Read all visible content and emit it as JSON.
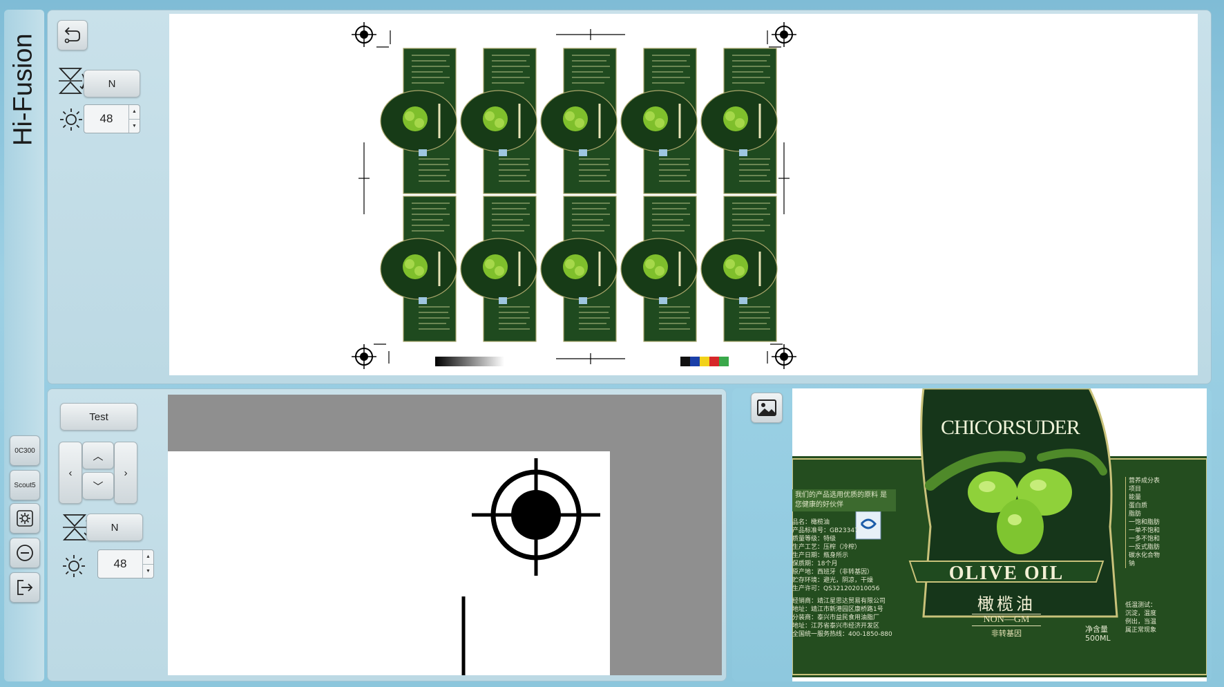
{
  "app": {
    "title": "Hi-Fusion"
  },
  "sidebar": {
    "items": [
      {
        "label": "0C300"
      },
      {
        "label": "Scout5"
      }
    ]
  },
  "top_panel": {
    "mode_label": "N",
    "brightness": "48"
  },
  "bottom_panel": {
    "test_label": "Test",
    "mode_label": "N",
    "brightness": "48"
  },
  "label": {
    "brand": "CHICORSUDER",
    "product_en": "OLIVE OIL",
    "product_cn": "橄榄油",
    "tagline_cn": "我们的产品选用优质的原料 是您健康的好伙伴",
    "non_gm": "NON—GM",
    "non_gm_cn": "非转基因",
    "net_label": "净含量",
    "net_value": "500ML",
    "spec_lines": [
      "品名：橄榄油",
      "产品标准号：GB23347",
      "质量等级：特级",
      "生产工艺：压榨（冷榨）",
      "生产日期：瓶身所示",
      "保质期：18个月",
      "原产地：西班牙（非转基因）",
      "贮存环境：避光，阴凉，干燥",
      "生产许可：QS321202010056"
    ],
    "address_lines": [
      "经销商：靖江星思达贸易有限公司",
      "地址：靖江市新港园区康桥路1号",
      "分装商：泰兴市益民食用油脂厂",
      "地址：江苏省泰兴市经济开发区",
      "全国统一服务热线：400-1850-880"
    ],
    "nutrition_lines": [
      "营养成分表",
      "项目",
      "能量",
      "蛋白质",
      "脂肪",
      "一饱和脂肪",
      "一单不饱和",
      "一多不饱和",
      "一反式脂肪",
      "碳水化合物",
      "钠"
    ],
    "side_lines": [
      "低温测试：",
      "沉淀，温度",
      "例出，当温",
      "属正常现象"
    ]
  },
  "colors": {
    "accent": "#1f4a1f",
    "panel": "#c9e1ea",
    "background": "#8cc6dc"
  },
  "icons": [
    "route-icon",
    "flip-mirror-icon",
    "brightness-icon",
    "image-icon",
    "settings-icon",
    "minus-circle-icon",
    "exit-icon"
  ]
}
